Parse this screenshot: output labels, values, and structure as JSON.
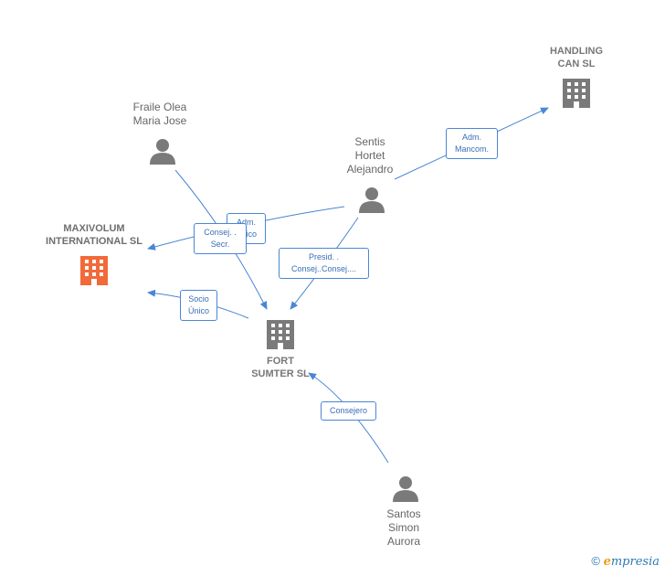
{
  "nodes": {
    "handling": {
      "label": "HANDLING\nCAN SL",
      "type": "company",
      "icon": "building-icon"
    },
    "fraile": {
      "label": "Fraile Olea\nMaria Jose",
      "type": "person",
      "icon": "person-icon"
    },
    "sentis": {
      "label": "Sentis\nHortet\nAlejandro",
      "type": "person",
      "icon": "person-icon"
    },
    "maxivolum": {
      "label": "MAXIVOLUM\nINTERNATIONAL SL",
      "type": "company",
      "icon": "building-icon",
      "highlight": "#f26a3a"
    },
    "fort": {
      "label": "FORT\nSUMTER SL",
      "type": "company",
      "icon": "building-icon"
    },
    "santos": {
      "label": "Santos\nSimon\nAurora",
      "type": "person",
      "icon": "person-icon"
    }
  },
  "edges": [
    {
      "id": "e1",
      "label": "Adm.\nMancom."
    },
    {
      "id": "e2",
      "label": "Adm.\nÚnico"
    },
    {
      "id": "e3",
      "label": "Consej. .\nSecr."
    },
    {
      "id": "e4",
      "label": "Presid. .\nConsej..Consej...."
    },
    {
      "id": "e5",
      "label": "Socio\nÚnico"
    },
    {
      "id": "e6",
      "label": "Consejero"
    }
  ],
  "colors": {
    "edge": "#4a86d4",
    "icon": "#7a7a7a",
    "highlight": "#f26a3a"
  },
  "watermark": {
    "copyright": "©",
    "brand_first": "e",
    "brand_rest": "mpresia"
  }
}
